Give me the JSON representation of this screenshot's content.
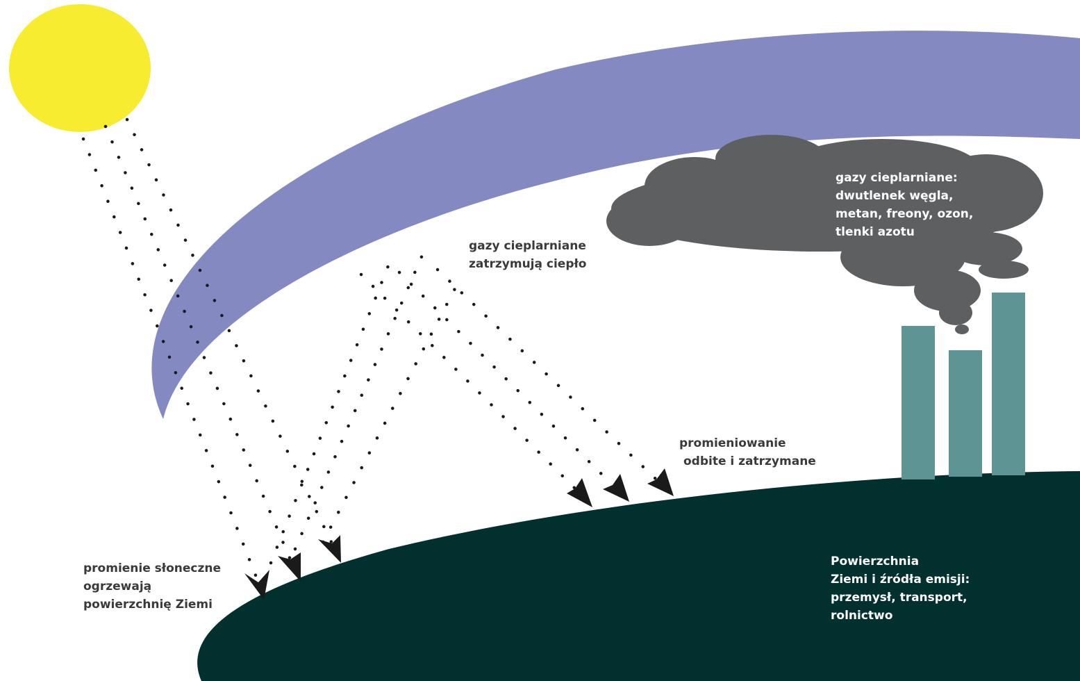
{
  "labels": {
    "sun_rays": [
      "promienie słoneczne",
      "ogrzewają",
      "powierzchnię Ziemi"
    ],
    "trapped_heat": [
      "gazy cieplarniane",
      "zatrzymują ciepło"
    ],
    "reflected_radiation": [
      "promieniowanie",
      "odbite i zatrzymane"
    ],
    "gases_list": [
      "gazy cieplarniane:",
      "dwutlenek węgla,",
      "metan, freony, ozon,",
      "tlenki azotu"
    ],
    "earth_sources": [
      "Powierzchnia",
      "Ziemi i źródła emisji:",
      "przemysł, transport,",
      "rolnictwo"
    ]
  },
  "colors": {
    "sun": "#f7ec2f",
    "atmosphere": "#8589c1",
    "cloud": "#5d5f61",
    "chimney": "#5e9493",
    "earth": "#02302f",
    "rays": "#1a1a1a",
    "label_dark": "#3a3a3a",
    "label_light": "#ffffff"
  }
}
